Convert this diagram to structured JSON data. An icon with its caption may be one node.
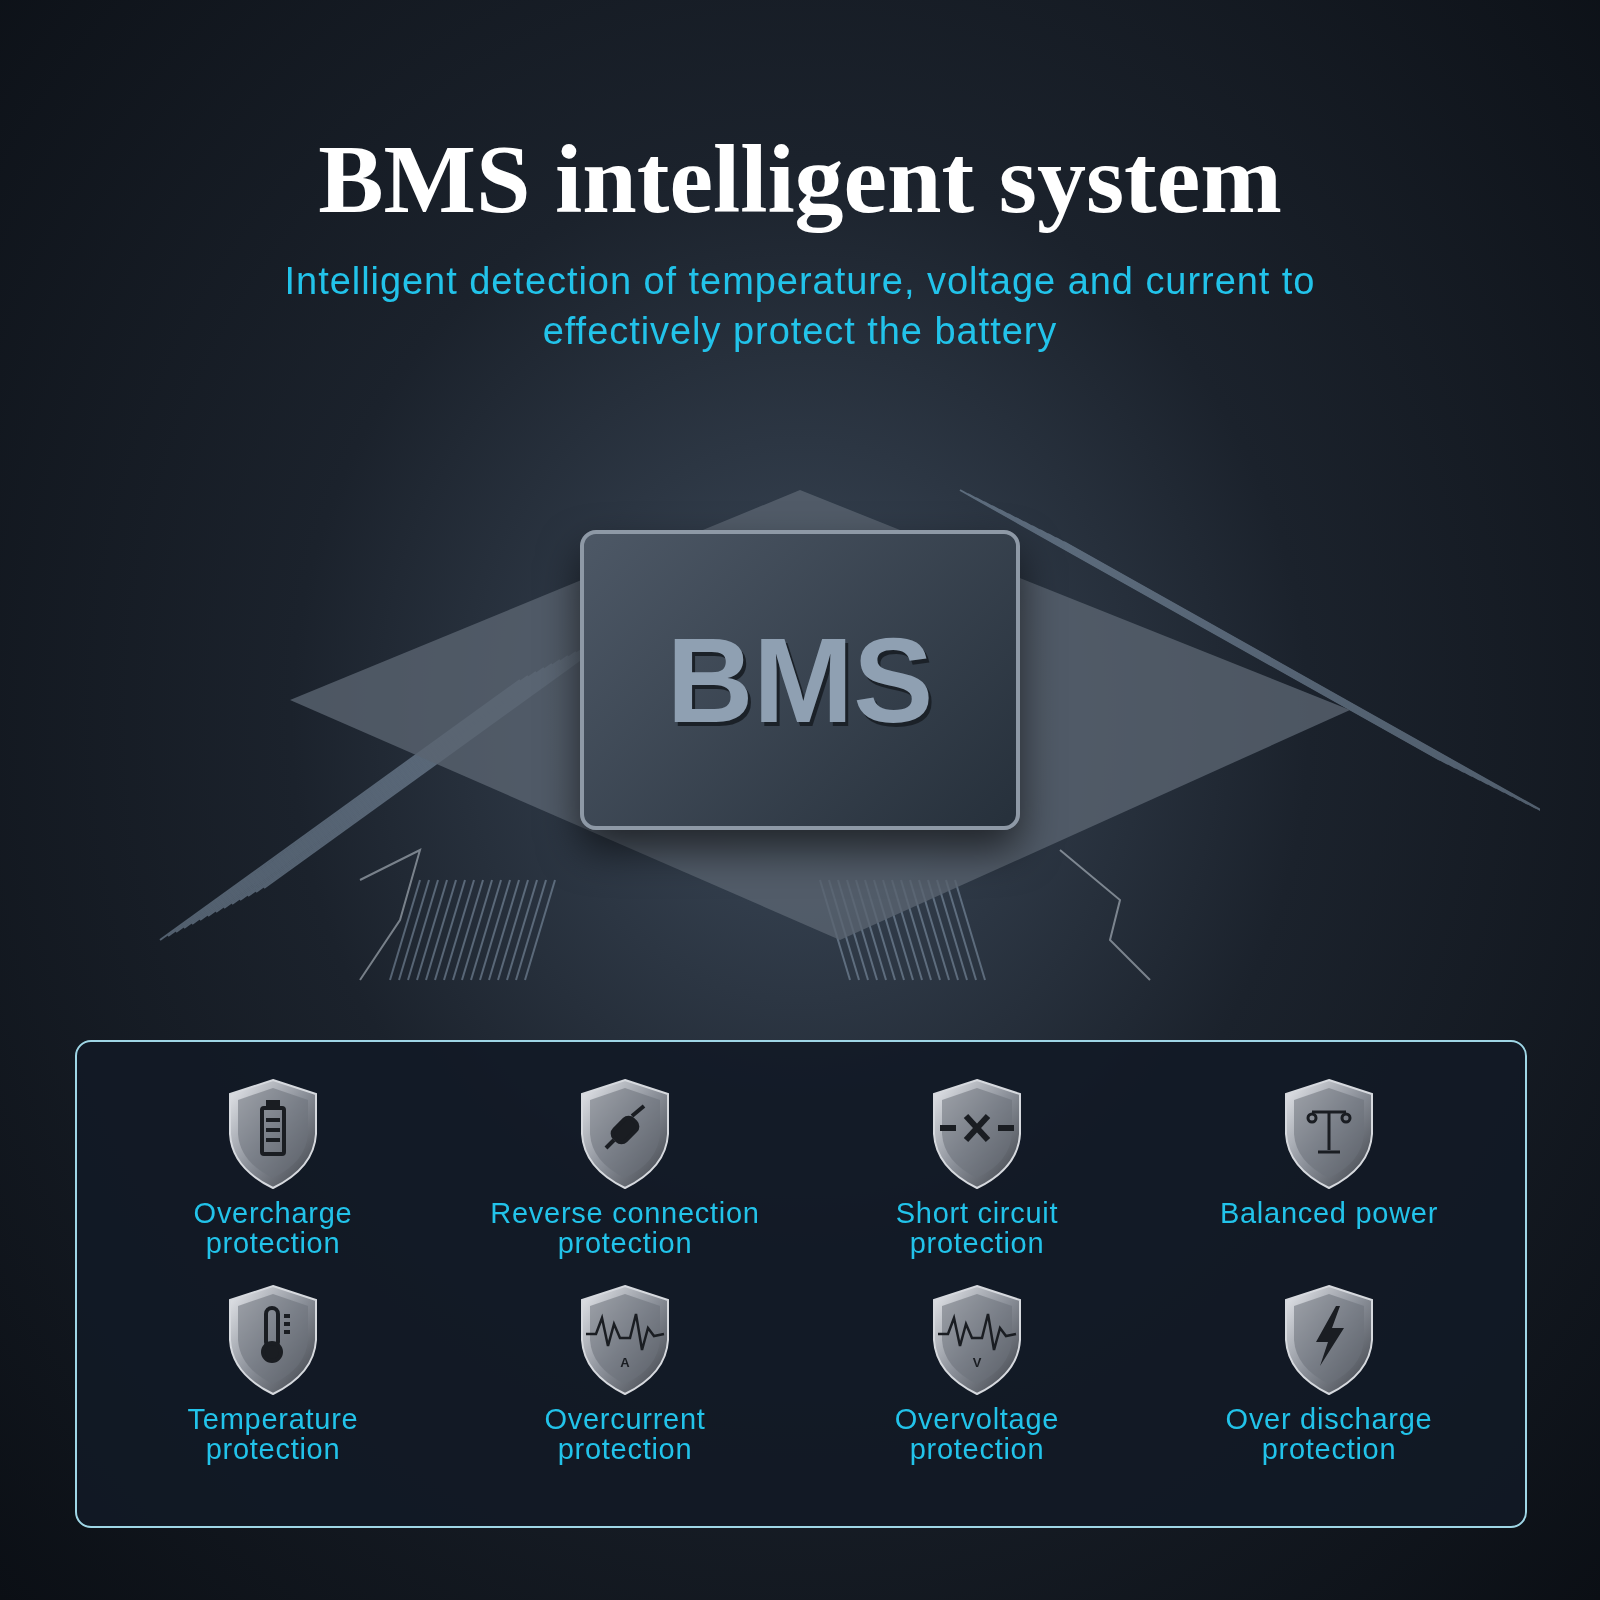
{
  "diagram": {
    "title": "BMS intelligent system",
    "nodes": [
      {
        "text": [
          "BMS"
        ]
      },
      {
        "text": [],
        "shape": "box"
      },
      {
        "text": [
          "Overcharge protection"
        ],
        "in": 1
      },
      {
        "text": [
          "Reverse connection protection"
        ],
        "in": 1
      },
      {
        "text": [
          "Short circuit protection"
        ],
        "in": 1
      },
      {
        "text": [
          "Balanced power"
        ],
        "in": 1
      },
      {
        "text": [
          "Temperature protection"
        ],
        "in": 1
      },
      {
        "text": [
          "Overcurrent protection"
        ],
        "in": 1
      },
      {
        "text": [
          "Overvoltage protection"
        ],
        "in": 1
      },
      {
        "text": [
          "Over discharge protection"
        ],
        "in": 1
      }
    ],
    "edges": [],
    "labels": [
      "Intelligent detection of temperature, voltage and current to effectively protect the battery",
      "A",
      "V"
    ]
  }
}
